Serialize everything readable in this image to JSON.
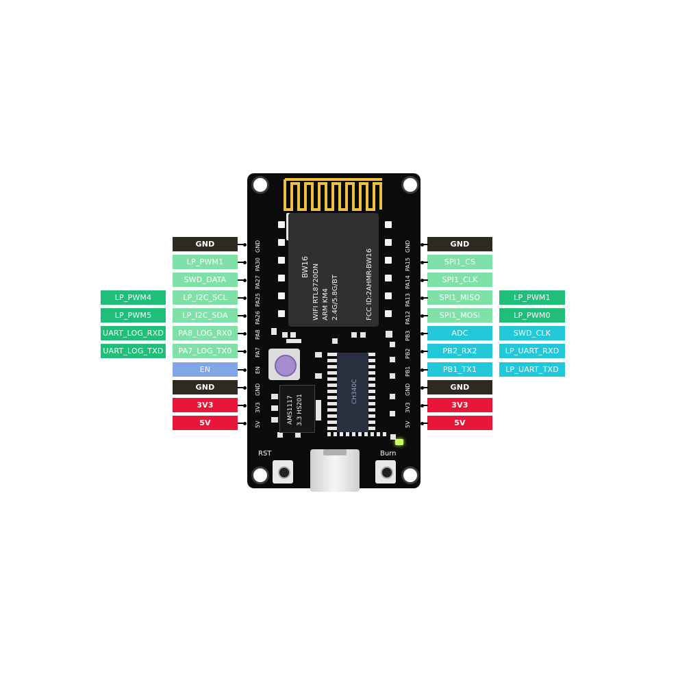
{
  "colors": {
    "gnd": "#2e2a22",
    "power": "#e8173a",
    "light_green": "#7fe1a8",
    "green": "#1fbf7a",
    "cyan": "#22c8d8",
    "blue": "#7fa7e6",
    "board": "#0b0b0b"
  },
  "left_pins": [
    {
      "silk": "GND",
      "primary": "GND",
      "alt": ""
    },
    {
      "silk": "PA30",
      "primary": "LP_PWM1",
      "alt": ""
    },
    {
      "silk": "PA27",
      "primary": "SWD_DATA",
      "alt": ""
    },
    {
      "silk": "PA25",
      "primary": "LP_I2C_SCL",
      "alt": "LP_PWM4"
    },
    {
      "silk": "PA26",
      "primary": "LP_I2C_SDA",
      "alt": "LP_PWM5"
    },
    {
      "silk": "PA8",
      "primary": "PA8_LOG_RX0",
      "alt": "UART_LOG_RXD"
    },
    {
      "silk": "PA7",
      "primary": "PA7_LOG_TX0",
      "alt": "UART_LOG_TXD"
    },
    {
      "silk": "EN",
      "primary": "EN",
      "alt": ""
    },
    {
      "silk": "GND",
      "primary": "GND",
      "alt": ""
    },
    {
      "silk": "3V3",
      "primary": "3V3",
      "alt": ""
    },
    {
      "silk": "5V",
      "primary": "5V",
      "alt": ""
    }
  ],
  "right_pins": [
    {
      "silk": "GND",
      "primary": "GND",
      "alt": ""
    },
    {
      "silk": "PA15",
      "primary": "SPI1_CS",
      "alt": ""
    },
    {
      "silk": "PA14",
      "primary": "SPI1_CLK",
      "alt": ""
    },
    {
      "silk": "PA13",
      "primary": "SPI1_MISO",
      "alt": "LP_PWM1"
    },
    {
      "silk": "PA12",
      "primary": "SPI1_MOSI",
      "alt": "LP_PWM0"
    },
    {
      "silk": "PB3",
      "primary": "ADC",
      "alt": "SWD_CLK"
    },
    {
      "silk": "PB2",
      "primary": "PB2_RX2",
      "alt": "LP_UART_RXD"
    },
    {
      "silk": "PB1",
      "primary": "PB1_TX1",
      "alt": "LP_UART_TXD"
    },
    {
      "silk": "GND",
      "primary": "GND",
      "alt": ""
    },
    {
      "silk": "3V3",
      "primary": "3V3",
      "alt": ""
    },
    {
      "silk": "5V",
      "primary": "5V",
      "alt": ""
    }
  ],
  "module": {
    "name": "BW16",
    "line1": "WIFI RTL8720DN",
    "line2": "ARM KM4",
    "line3": "2.4G/5.8G/BT",
    "fcc": "FCC ID:2AHMR-BW16"
  },
  "regulator": {
    "line1": "AMS1117",
    "line2": "3.3  HS201"
  },
  "usb_chip": "CH340C",
  "buttons": {
    "rst": "RST",
    "burn": "Burn"
  }
}
